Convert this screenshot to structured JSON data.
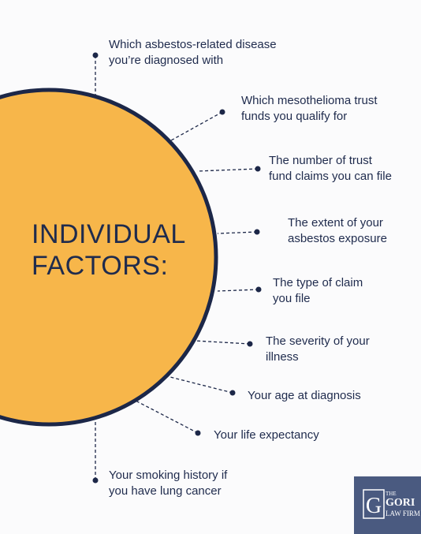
{
  "title": {
    "line1": "INDIVIDUAL",
    "line2": "FACTORS:"
  },
  "factors": [
    {
      "id": "disease",
      "text": "Which asbestos-related disease\nyou’re diagnosed with"
    },
    {
      "id": "trust-funds",
      "text": "Which mesothelioma trust\nfunds you qualify for"
    },
    {
      "id": "claims",
      "text": "The number of trust\nfund claims you can file"
    },
    {
      "id": "exposure",
      "text": "The extent of your\nasbestos exposure"
    },
    {
      "id": "claim-type",
      "text": "The type of claim\nyou file"
    },
    {
      "id": "severity",
      "text": "The severity of your\nillness"
    },
    {
      "id": "age",
      "text": "Your age at diagnosis"
    },
    {
      "id": "life",
      "text": "Your life expectancy"
    },
    {
      "id": "smoking",
      "text": "Your smoking history if\nyou have lung cancer"
    }
  ],
  "logo": {
    "the": "THE",
    "name": "GORI",
    "sub": "LAW FIRM"
  },
  "colors": {
    "circle_fill": "#f7b64a",
    "circle_stroke": "#1c2748",
    "text": "#1f2b4d",
    "dot": "#1c2748",
    "logo_bg": "#4a5a80"
  }
}
